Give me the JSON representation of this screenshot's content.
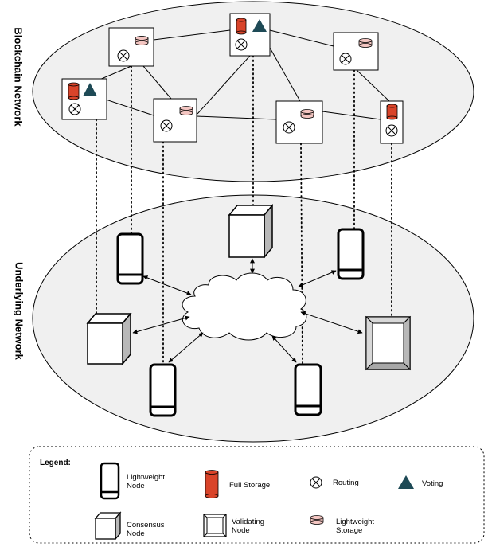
{
  "labels": {
    "blockchain_network": "Blockchain Network",
    "underlying_network": "Underlying Network"
  },
  "legend": {
    "title": "Legend:",
    "lightweight_node": "Lightweight Node",
    "full_storage": "Full Storage",
    "routing": "Routing",
    "voting": "Voting",
    "consensus_node": "Consensus Node",
    "validating_node": "Validating Node",
    "lightweight_storage": "Lightweight Storage"
  },
  "colors": {
    "full_storage": "#d9442a",
    "lightweight_storage": "#f3c5c1",
    "voting": "#1e4a56",
    "ellipse_fill": "#f0f0f0",
    "cube_side": "#b8b8b8"
  }
}
